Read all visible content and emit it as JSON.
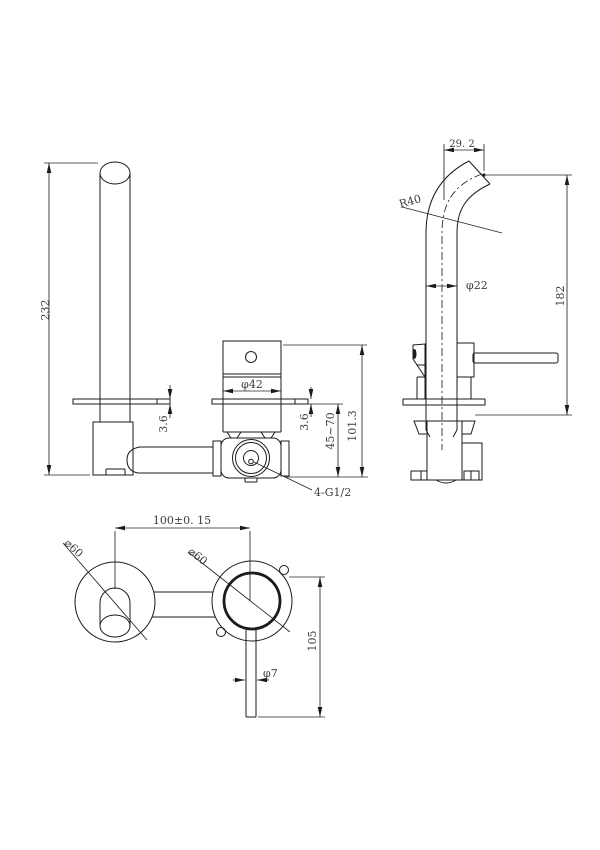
{
  "drawing": {
    "labels": {
      "front": {
        "height": "232",
        "plate_thickness_spout": "3.6",
        "handle_diameter": "φ42",
        "plate_thickness_mixer": "3.6",
        "depth_range": "45~70",
        "mixer_height": "101.3",
        "inlet_thread": "4-G1/2"
      },
      "side": {
        "spout_offset": "29. 2",
        "bend_radius": "R40",
        "tube_diameter": "φ22",
        "spout_height": "182"
      },
      "plan": {
        "center_distance": "100±0. 15",
        "spout_flange_diameter": "⌀60",
        "mixer_flange_diameter": "⌀60",
        "lever_length": "105",
        "lever_tip_diameter": "φ7"
      }
    },
    "line_color": "#1b1b1b",
    "text_color": "#3c3c3c",
    "background": "#ffffff"
  }
}
